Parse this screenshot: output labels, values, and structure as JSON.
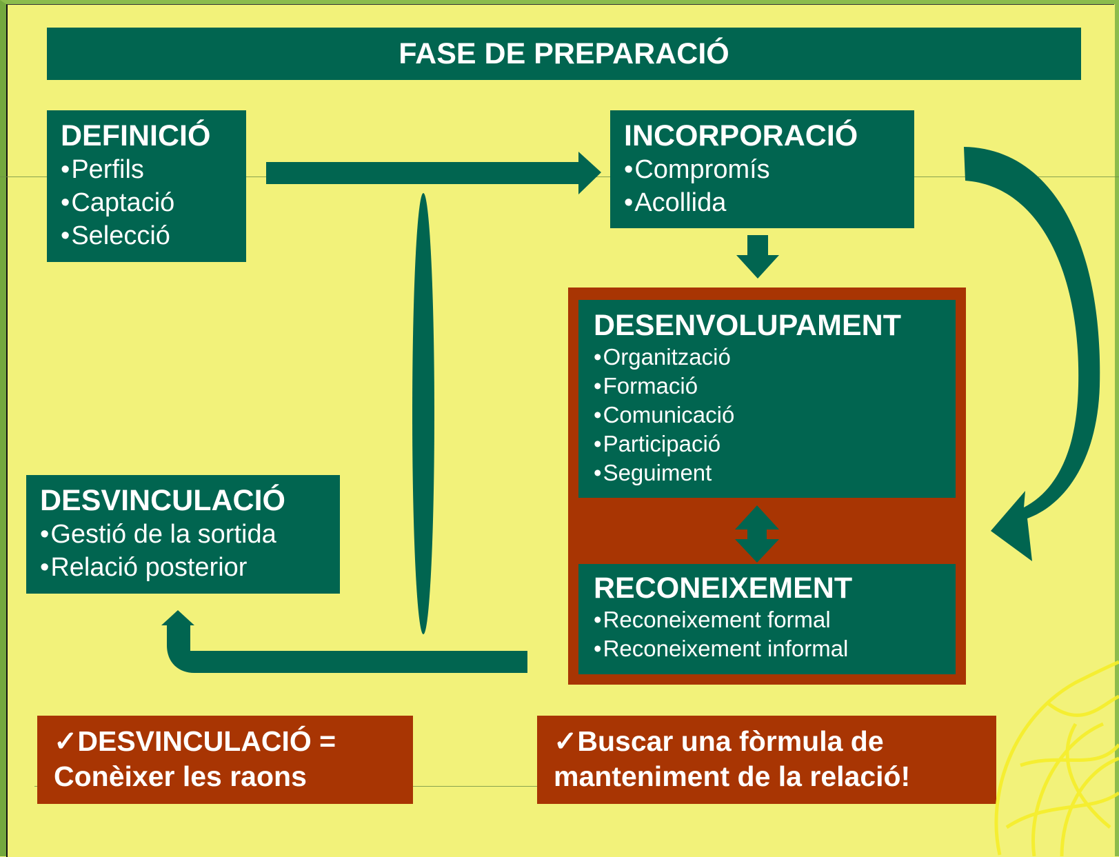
{
  "header": {
    "title": "FASE DE PREPARACIÓ"
  },
  "boxes": {
    "definicio": {
      "title": "DEFINICIÓ",
      "items": [
        "Perfils",
        "Captació",
        "Selecció"
      ]
    },
    "incorporacio": {
      "title": "INCORPORACIÓ",
      "items": [
        "Compromís",
        "Acollida"
      ]
    },
    "desenvolupament": {
      "title": "DESENVOLUPAMENT",
      "items": [
        "Organització",
        "Formació",
        "Comunicació",
        "Participació",
        "Seguiment"
      ]
    },
    "reconeixement": {
      "title": "RECONEIXEMENT",
      "items": [
        "Reconeixement formal",
        "Reconeixement informal"
      ]
    },
    "desvinculacio": {
      "title": "DESVINCULACIÓ",
      "items": [
        "Gestió de la sortida",
        "Relació posterior"
      ]
    }
  },
  "notes": {
    "left": {
      "check": "✓",
      "line1": "DESVINCULACIÓ =",
      "line2": "Conèixer les raons"
    },
    "right": {
      "check": "✓",
      "line1": "Buscar una fòrmula de",
      "line2": "manteniment de la relació!"
    }
  },
  "colors": {
    "background": "#f2f27a",
    "dark_green": "#016550",
    "rust": "#a83503",
    "frame_green": "#8cbc4c"
  }
}
